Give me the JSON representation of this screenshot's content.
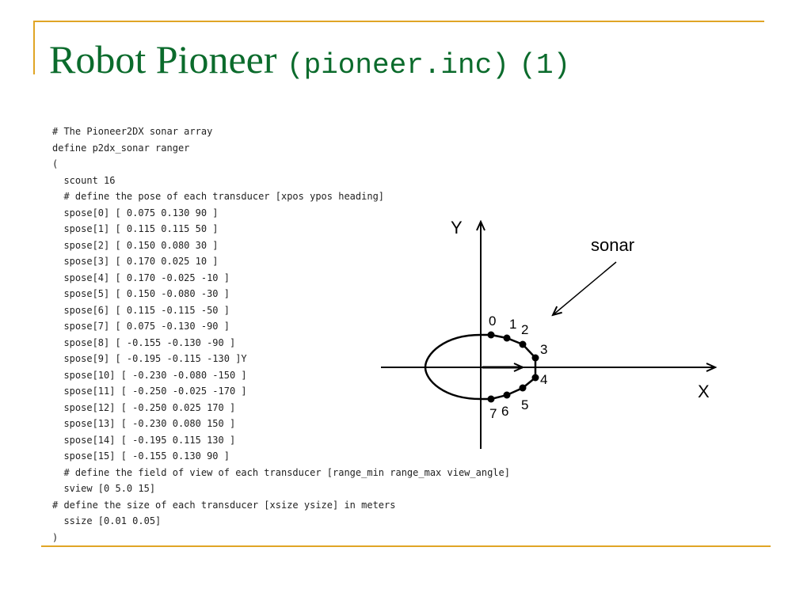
{
  "title": {
    "main": "Robot Pioneer",
    "code": "(pioneer.inc)",
    "number": "(1)"
  },
  "code_lines": [
    "# The Pioneer2DX sonar array",
    "define p2dx_sonar ranger",
    "(",
    "  scount 16",
    "  # define the pose of each transducer [xpos ypos heading]",
    "  spose[0] [ 0.075 0.130 90 ]",
    "  spose[1] [ 0.115 0.115 50 ]",
    "  spose[2] [ 0.150 0.080 30 ]",
    "  spose[3] [ 0.170 0.025 10 ]",
    "  spose[4] [ 0.170 -0.025 -10 ]",
    "  spose[5] [ 0.150 -0.080 -30 ]",
    "  spose[6] [ 0.115 -0.115 -50 ]",
    "  spose[7] [ 0.075 -0.130 -90 ]",
    "  spose[8] [ -0.155 -0.130 -90 ]",
    "  spose[9] [ -0.195 -0.115 -130 ]Y",
    "  spose[10] [ -0.230 -0.080 -150 ]",
    "  spose[11] [ -0.250 -0.025 -170 ]",
    "  spose[12] [ -0.250 0.025 170 ]",
    "  spose[13] [ -0.230 0.080 150 ]",
    "  spose[14] [ -0.195 0.115 130 ]",
    "  spose[15] [ -0.155 0.130 90 ]",
    "  # define the field of view of each transducer [range_min range_max view_angle]",
    "  sview [0 5.0 15]",
    "# define the size of each transducer [xsize ysize] in meters",
    "  ssize [0.01 0.05]",
    ")"
  ],
  "diagram": {
    "axis_y_label": "Y",
    "axis_x_label": "X",
    "sonar_label": "sonar",
    "sonar_numbers": [
      "0",
      "1",
      "2",
      "3",
      "4",
      "5",
      "6",
      "7"
    ]
  },
  "colors": {
    "title": "#0b6b2c",
    "frame": "#e0a526",
    "code_text": "#222222"
  }
}
